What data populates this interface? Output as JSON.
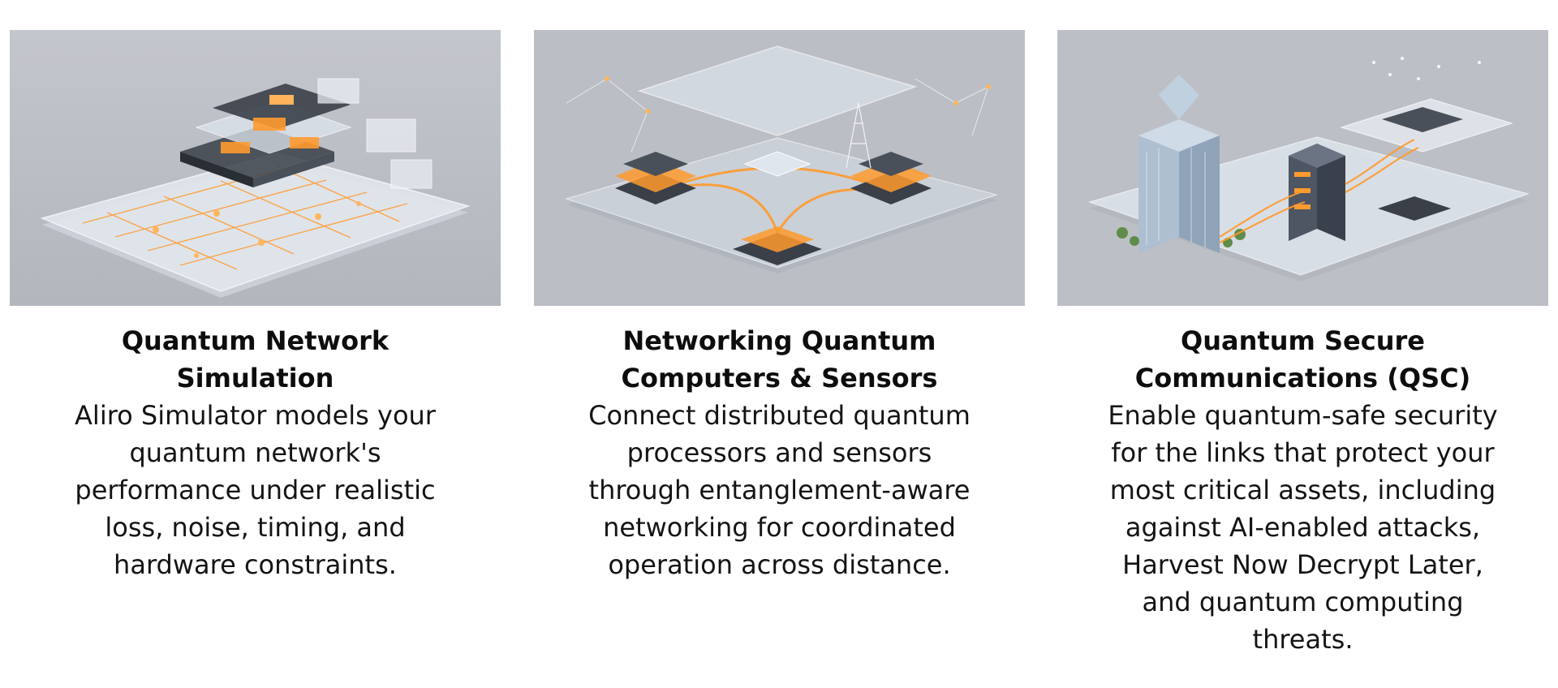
{
  "cards": [
    {
      "title": "Quantum Network Simulation",
      "description": "Aliro Simulator models your quantum network's performance under realistic loss, noise, timing, and hardware constraints."
    },
    {
      "title": "Networking Quantum Computers & Sensors",
      "description": "Connect distributed quantum processors and sensors through entanglement-aware networking for coordinated operation across distance."
    },
    {
      "title": "Quantum Secure Communications (QSC)",
      "description": "Enable quantum-safe security for the links that protect your most critical assets, including against AI-enabled attacks, Harvest Now Decrypt Later, and quantum computing threats."
    }
  ],
  "colors": {
    "image_bg": "#b8bcc3",
    "accent_orange": "#ff9a2e",
    "glass": "#dfe6ee",
    "dark_chip": "#3a3f48"
  }
}
